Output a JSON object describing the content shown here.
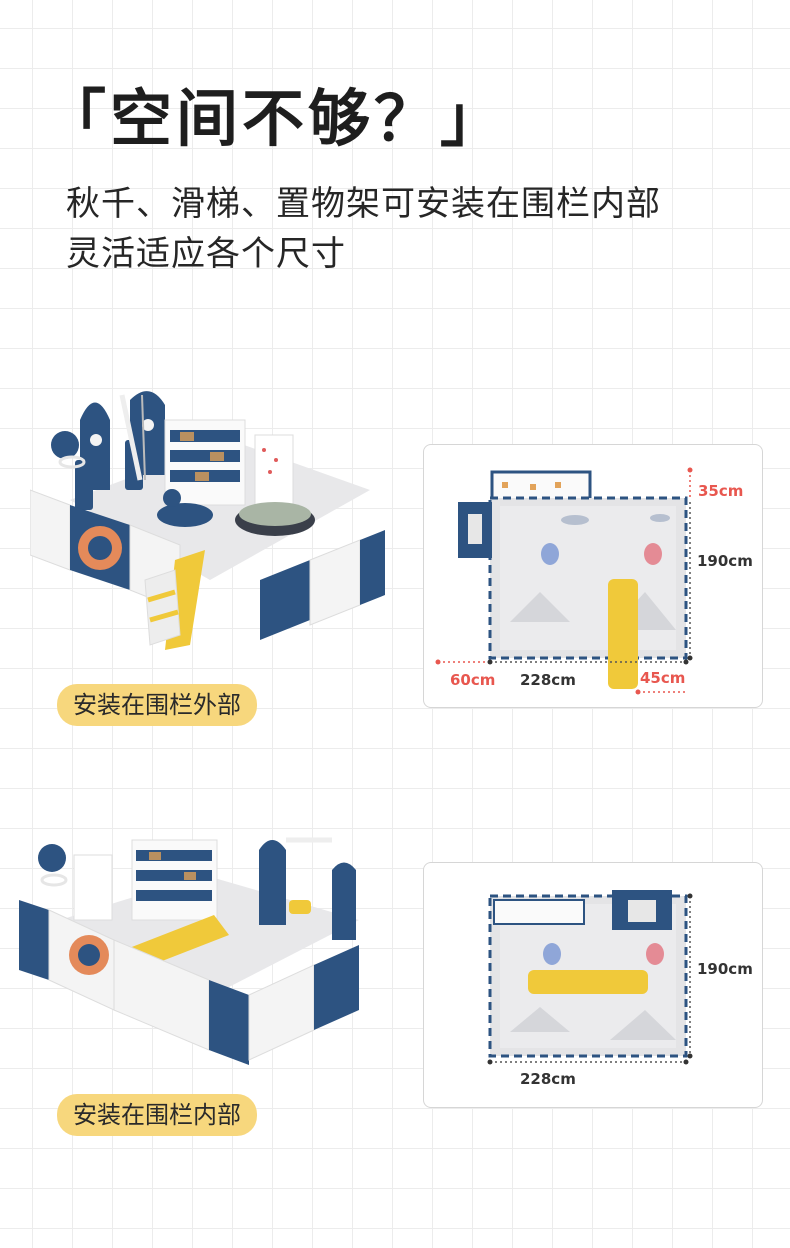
{
  "headline": "「空间不够？」",
  "subtitle_lines": [
    "秋千、滑梯、置物架可安装在围栏内部",
    "灵活适应各个尺寸"
  ],
  "section_outside": {
    "label": "安装在围栏外部",
    "dimensions": {
      "top": "35cm",
      "height": "190cm",
      "left": "60cm",
      "width": "228cm",
      "right": "45cm"
    }
  },
  "section_inside": {
    "label": "安装在围栏内部",
    "dimensions": {
      "height": "190cm",
      "width": "228cm"
    }
  },
  "colors": {
    "navy": "#2d5381",
    "yellow": "#f0c93a",
    "pill": "#f7d77d",
    "red": "#e8574f",
    "fence_white": "#f4f4f4"
  }
}
